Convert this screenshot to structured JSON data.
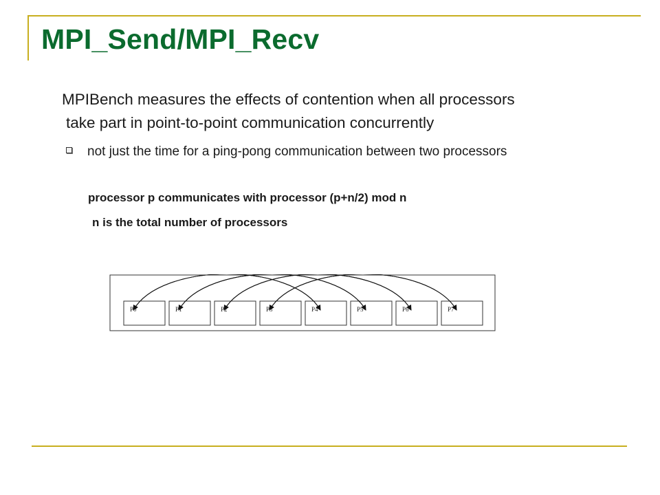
{
  "title": "MPI_Send/MPI_Recv",
  "intro": {
    "line1": "MPIBench measures the effects of contention when all processors",
    "line2": "take part in point-to-point communication concurrently"
  },
  "bullet": "not just the time for a ping-pong communication between two processors",
  "rule_text": "processor p communicates with processor (p+n/2) mod n",
  "note_text": "n is the total number of processors",
  "diagram": {
    "processors": [
      "P0",
      "P1",
      "P2",
      "P3",
      "P4",
      "P5",
      "P6",
      "P7"
    ],
    "links": [
      [
        0,
        4
      ],
      [
        1,
        5
      ],
      [
        2,
        6
      ],
      [
        3,
        7
      ]
    ]
  },
  "colors": {
    "title": "#0b6b2e",
    "accent_rule": "#c8ae1e",
    "text": "#1a1a1a"
  },
  "icons": {
    "bullet": "square-bullet-icon"
  }
}
